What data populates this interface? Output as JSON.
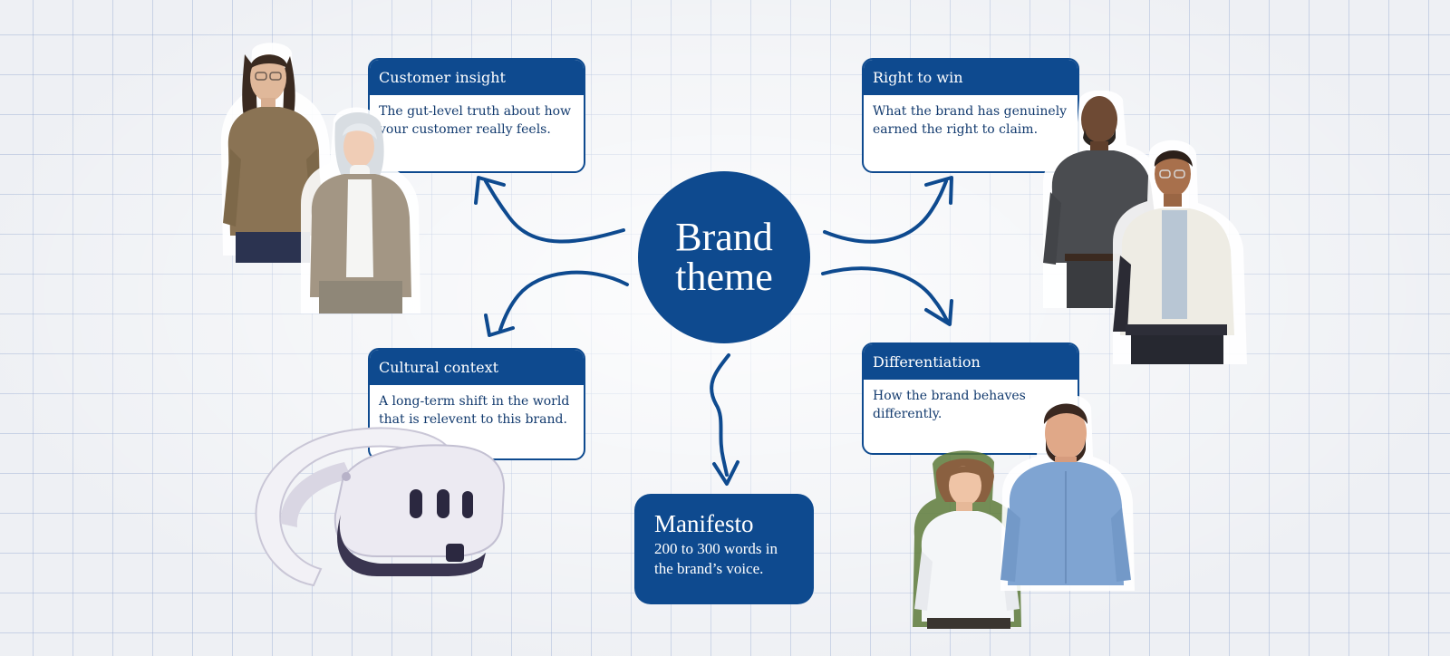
{
  "diagram": {
    "center": {
      "line1": "Brand",
      "line2": "theme"
    },
    "cards": {
      "customer_insight": {
        "title": "Customer insight",
        "body": "The gut-level truth about how your customer really feels."
      },
      "right_to_win": {
        "title": "Right to win",
        "body": "What the brand has genuinely earned the right to claim."
      },
      "cultural_context": {
        "title": "Cultural context",
        "body": "A long-term shift in the world that is relevent to this brand."
      },
      "differentiation": {
        "title": "Differentiation",
        "body": "How the brand behaves differently."
      }
    },
    "manifesto": {
      "title": "Manifesto",
      "body": "200 to 300 words in the brand’s voice."
    }
  },
  "colors": {
    "brand_blue": "#0e4a8f",
    "grid": "#8ca0cd",
    "background": "#eef0f4"
  },
  "illustrations": [
    "avatar-woman-glasses-brown-sweater",
    "avatar-woman-white-hair-cardigan",
    "avatar-man-bald-beard-grey-shirt",
    "avatar-man-glasses-varsity-jacket",
    "vr-headset",
    "avatar-woman-short-hair-white-shirt",
    "avatar-man-beard-blue-shirt"
  ]
}
